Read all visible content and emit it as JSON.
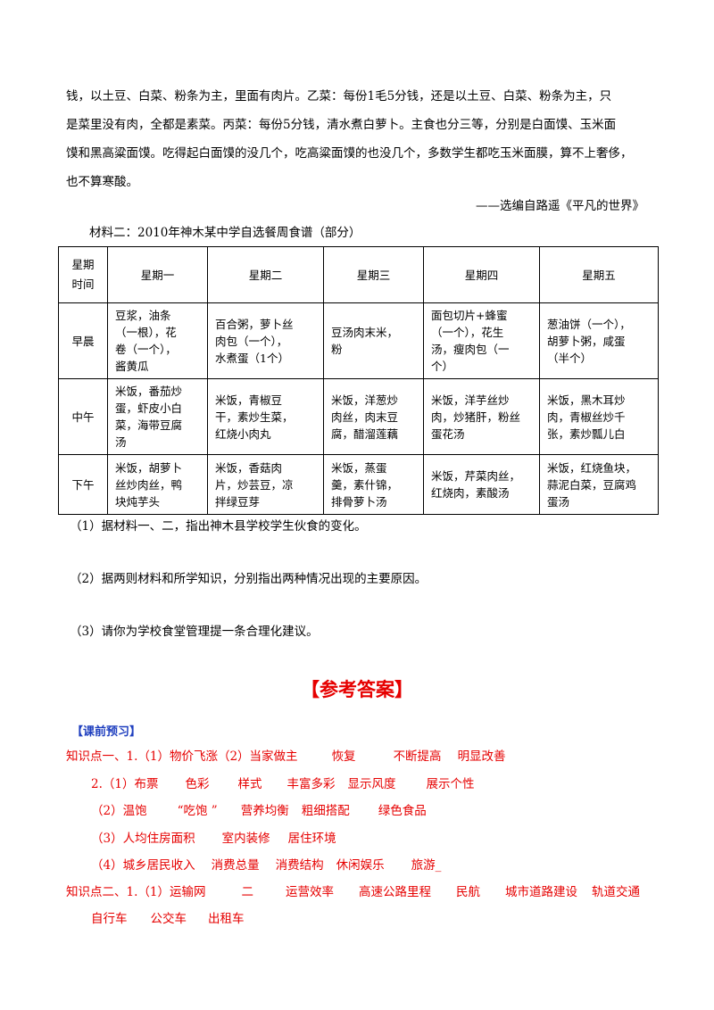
{
  "material1": {
    "lines": [
      "钱，以土豆、白菜、粉条为主，里面有肉片。乙菜：每份1毛5分钱，还是以土豆、白菜、粉条为主，只",
      "是菜里没有肉，全都是素菜。丙菜：每份5分钱，清水煮白萝卜。主食也分三等，分别是白面馍、玉米面",
      "馍和黑高粱面馍。吃得起白面馍的没几个，吃高粱面馍的也没几个，多数学生都吃玉米面膜，算不上奢侈，",
      "也不算寒酸。"
    ],
    "source": "——选编自路遥《平凡的世界》"
  },
  "material2": {
    "title": "材料二：2010年神木某中学自选餐周食谱（部分）"
  },
  "menu_table": {
    "corner_top": "星期",
    "corner_bottom": "时间",
    "days": [
      "星期一",
      "星期二",
      "星期三",
      "星期四",
      "星期五"
    ],
    "rows": [
      {
        "time": "早晨",
        "cells": [
          [
            "豆浆，油条",
            "（一根），花",
            "卷（一个），",
            "酱黄瓜"
          ],
          [
            "百合粥，萝卜丝",
            "肉包（一个），",
            "水煮蛋（1个）"
          ],
          [
            "豆汤肉末米，",
            "粉"
          ],
          [
            "面包切片+蜂蜜",
            "（一个），花生",
            "汤，瘦肉包（一",
            "个）"
          ],
          [
            "葱油饼（一个），",
            "胡萝卜粥，咸蛋",
            "（半个）"
          ]
        ]
      },
      {
        "time": "中午",
        "cells": [
          [
            "米饭，番茄炒",
            "蛋，虾皮小白",
            "菜，海带豆腐",
            "汤"
          ],
          [
            "米饭，青椒豆",
            "干，素炒生菜，",
            "红烧小肉丸"
          ],
          [
            "米饭，洋葱炒",
            "肉丝，肉末豆",
            "腐，醋溜莲藕"
          ],
          [
            "米饭，洋芋丝炒",
            "肉，炒猪肝，粉丝",
            "蛋花汤"
          ],
          [
            "米饭，黑木耳炒",
            "肉，青椒丝炒千",
            "张，素炒瓢儿白"
          ]
        ]
      },
      {
        "time": "下午",
        "cells": [
          [
            "米饭，胡萝卜",
            "丝炒肉丝，鸭",
            "块炖芋头"
          ],
          [
            "米饭，香菇肉",
            "片，炒芸豆，凉",
            "拌绿豆芽"
          ],
          [
            "米饭，蒸蛋",
            "羹，素什锦，",
            "排骨萝卜汤"
          ],
          [
            "米饭，芹菜肉丝，",
            "红烧肉，素酸汤"
          ],
          [
            "米饭，红烧鱼块，",
            "蒜泥白菜，豆腐鸡",
            "蛋汤"
          ]
        ]
      }
    ]
  },
  "questions": [
    "（1）据材料一、二，指出神木县学校学生伙食的变化。",
    "（2）据两则材料和所学知识，分别指出两种情况出现的主要原因。",
    "（3）请你为学校食堂管理提一条合理化建议。"
  ],
  "answer_title": "【参考答案】",
  "section_title": "【课前预习】",
  "answers": {
    "k1_l1": [
      "知识点一、1.（1）物价飞涨（2）当家做主",
      "恢复",
      "不断提高",
      "明显改善"
    ],
    "k1_l2": [
      "2.（1）布票",
      "色彩",
      "样式",
      "丰富多彩",
      "显示风度",
      "展示个性"
    ],
    "k1_l3": [
      "（2）温饱",
      "“吃饱 ”",
      "营养均衡",
      "粗细搭配",
      "绿色食品"
    ],
    "k1_l4": [
      "（3）人均住房面积",
      "室内装修",
      "居住环境"
    ],
    "k1_l5": [
      "（4）城乡居民收入",
      "消费总量",
      "消费结构",
      "休闲娱乐",
      "旅游_"
    ],
    "k2_l1": [
      "知识点二、1.（1）运输网",
      "二",
      "运营效率",
      "高速公路里程",
      "民航",
      "城市道路建设",
      "轨道交通"
    ],
    "k2_l2": [
      "自行车",
      "公交车",
      "出租车"
    ]
  }
}
